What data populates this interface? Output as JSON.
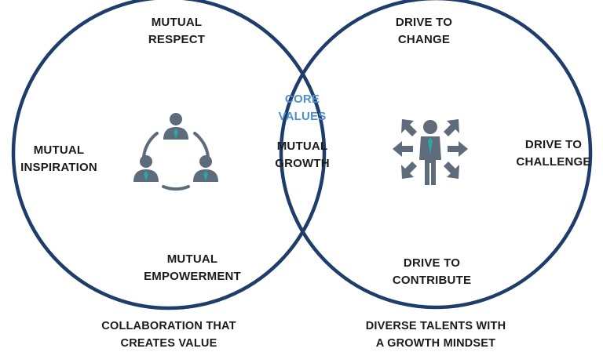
{
  "colors": {
    "circle_stroke": "#1f3d6b",
    "icon_fill": "#5d6b7b",
    "tie_fill": "#29a7a0",
    "core_text": "#4f8fd0",
    "text": "#1b1b1b"
  },
  "left_circle": {
    "top_label": [
      "MUTUAL",
      "RESPECT"
    ],
    "left_label": [
      "MUTUAL",
      "INSPIRATION"
    ],
    "bottom_label": [
      "MUTUAL",
      "EMPOWERMENT"
    ],
    "icon": "team-cycle-icon",
    "caption": [
      "COLLABORATION THAT",
      "CREATES VALUE"
    ]
  },
  "overlap": {
    "core_label": [
      "CORE",
      "VALUES"
    ],
    "label": [
      "MUTUAL",
      "GROWTH"
    ]
  },
  "right_circle": {
    "top_label": [
      "DRIVE TO",
      "CHANGE"
    ],
    "right_label": [
      "DRIVE TO",
      "CHALLENGE"
    ],
    "bottom_label": [
      "DRIVE TO",
      "CONTRIBUTE"
    ],
    "icon": "person-arrows-icon",
    "caption": [
      "DIVERSE TALENTS WITH",
      "A GROWTH MINDSET"
    ]
  }
}
